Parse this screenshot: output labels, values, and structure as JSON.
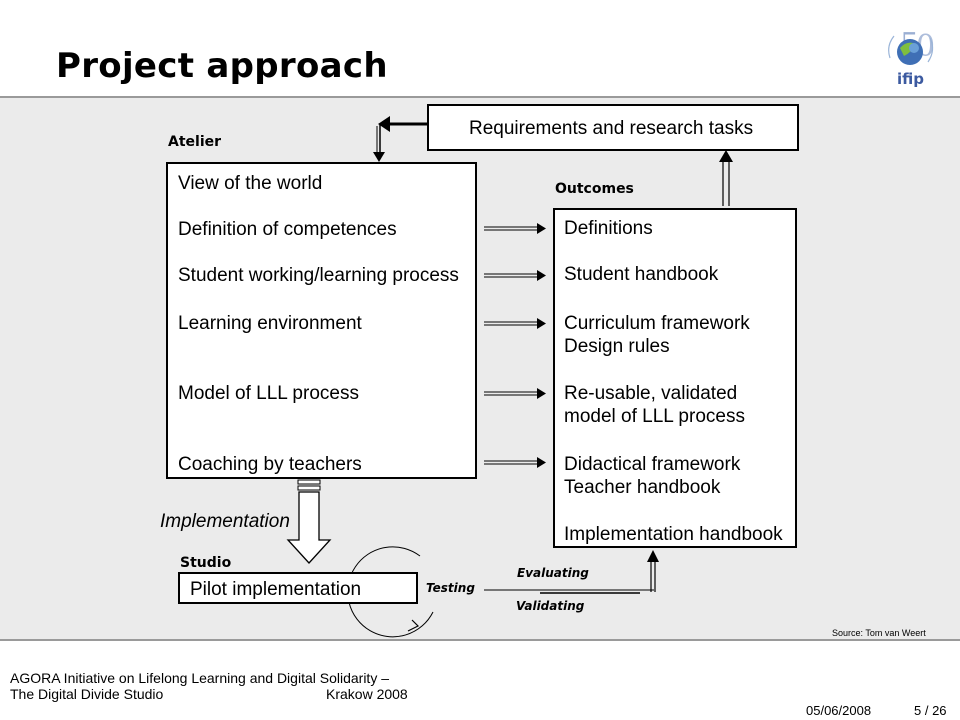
{
  "header": {
    "title": "Project approach"
  },
  "logo": {
    "icon": "ifip-50-logo-icon",
    "text": "ifip"
  },
  "diagram": {
    "top_box": {
      "label": "Requirements and research tasks"
    },
    "atelier": {
      "label": "Atelier",
      "items": [
        "View of the world",
        "Definition of competences",
        "Student working/learning process",
        "Learning environment",
        "Model of LLL process",
        "Coaching by teachers"
      ]
    },
    "outcomes": {
      "label": "Outcomes",
      "items": [
        "Definitions",
        "Student handbook",
        "Curriculum framework",
        "Design rules",
        "Re-usable, validated",
        "model of LLL process",
        "Didactical framework",
        "Teacher handbook",
        "Implementation handbook"
      ]
    },
    "implementation_label": "Implementation",
    "studio": {
      "label": "Studio",
      "box_label": "Pilot implementation"
    },
    "testing_label": "Testing",
    "evaluating_label": "Evaluating",
    "validating_label": "Validating"
  },
  "source": "Source: Tom van Weert",
  "footer": {
    "line1": "AGORA Initiative on Lifelong Learning and Digital Solidarity –",
    "line2_left": "The Digital Divide Studio",
    "line2_right": "Krakow 2008",
    "date": "05/06/2008",
    "page": "5 / 26"
  },
  "colors": {
    "band_background": "#ebebeb",
    "rule": "#9a9a9a",
    "logo_blue": "#2255aa",
    "logo_green": "#66aa33"
  }
}
